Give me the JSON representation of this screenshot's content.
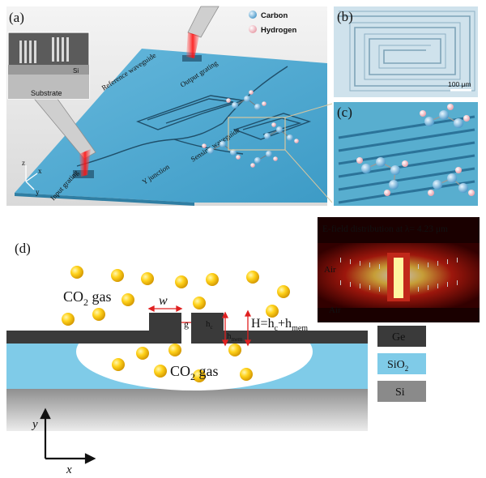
{
  "panels": {
    "a": "(a)",
    "b": "(b)",
    "c": "(c)",
    "d": "(d)"
  },
  "panel_a": {
    "legend": [
      "Carbon",
      "Hydrogen"
    ],
    "inset": {
      "si": "Si",
      "substrate": "Substrate"
    },
    "waveguide_labels": [
      "Reference waveguide",
      "Output grating",
      "Sensing waveguide",
      "Y junction",
      "Input grating"
    ],
    "axes": {
      "z": "z",
      "x": "x",
      "y": "y"
    }
  },
  "panel_b": {
    "scale_bar": "100 μm"
  },
  "panel_d": {
    "gas_top": "CO",
    "gas_top_sub": "2",
    "gas_top_tail": " gas",
    "gas_bottom": "CO",
    "gas_bottom_sub": "2",
    "gas_bottom_tail": " gas",
    "dim_w": "w",
    "dim_g": "g",
    "dim_hc": "h",
    "dim_hc_sub": "c",
    "dim_hmem": "h",
    "dim_hmem_sub": "mem",
    "dim_H": "H=h",
    "dim_H_sub1": "c",
    "dim_H_mid": "+h",
    "dim_H_sub2": "mem",
    "axis_y": "y",
    "axis_x": "x",
    "efield_title": "E-field distribution at λ= 4.23 μm",
    "air_top": "Air",
    "air_bottom": "Air",
    "legend": [
      {
        "label": "Ge",
        "color": "#3a3a3a"
      },
      {
        "label": "SiO",
        "sub": "2",
        "color": "#7fcbe8"
      },
      {
        "label": "Si",
        "color": "#8a8a8a"
      }
    ]
  },
  "colors": {
    "carbon": "#5aa9d6",
    "hydrogen": "#f4b8c0",
    "chip": "#4aa7cf",
    "sio2": "#7fcbe8",
    "ge": "#3a3a3a",
    "si": "#8a8a8a",
    "molecule_gas": "#f5c000",
    "laser": "#e8242a"
  }
}
